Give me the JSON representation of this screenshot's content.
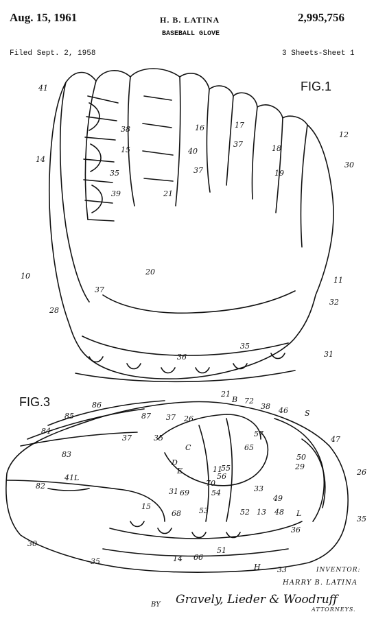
{
  "header": {
    "date": "Aug. 15, 1961",
    "inventor_header": "H. B. LATINA",
    "patent_number": "2,995,756",
    "title": "BASEBALL GLOVE",
    "filed": "Filed Sept. 2, 1958",
    "sheets": "3 Sheets-Sheet 1"
  },
  "figures": {
    "fig1_label": "FIG.1",
    "fig3_label": "FIG.3"
  },
  "fig1_refs": [
    "41",
    "38",
    "16",
    "17",
    "37",
    "18",
    "12",
    "14",
    "15",
    "40",
    "19",
    "30",
    "35",
    "37",
    "39",
    "21",
    "10",
    "20",
    "11",
    "37",
    "28",
    "32",
    "35",
    "31",
    "36"
  ],
  "fig3_refs": [
    "86",
    "87",
    "37",
    "26",
    "21",
    "B",
    "72",
    "38",
    "46",
    "S",
    "85",
    "84",
    "37",
    "35",
    "C",
    "57",
    "65",
    "47",
    "83",
    "D",
    "E",
    "11",
    "55",
    "56",
    "29",
    "50",
    "41L",
    "31",
    "70",
    "69",
    "54",
    "33",
    "26",
    "82",
    "15",
    "68",
    "53",
    "52",
    "13",
    "48",
    "L",
    "49",
    "30",
    "36",
    "35",
    "35",
    "14",
    "66",
    "51",
    "H",
    "33"
  ],
  "footer": {
    "inventor_label": "INVENTOR:",
    "inventor_name": "HARRY B. LATINA",
    "by": "BY",
    "signature": "Gravely, Lieder & Woodruff",
    "attorneys": "ATTORNEYS."
  }
}
